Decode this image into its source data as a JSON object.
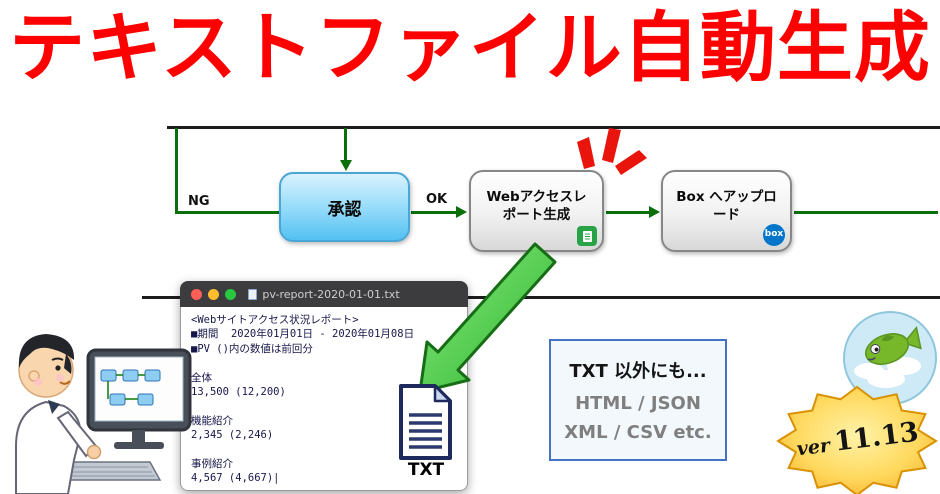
{
  "title": "テキストファイル自動生成",
  "workflow": {
    "ng_label": "NG",
    "ok_label": "OK",
    "nodes": {
      "approval": "承認",
      "web_report": "Webアクセスレポート生成",
      "box_upload": "Box へアップロード"
    },
    "box_icon_text": "box"
  },
  "terminal": {
    "title": "pv-report-2020-01-01.txt",
    "lines": [
      "<Webサイトアクセス状況レポート>",
      "■期間  2020年01月01日 - 2020年01月08日",
      "■PV ()内の数値は前回分",
      "",
      "全体",
      "13,500 (12,200)",
      "",
      "機能紹介",
      "2,345 (2,246)",
      "",
      "事例紹介",
      "4,567 (4,667)|"
    ]
  },
  "file_icon": {
    "label": "TXT"
  },
  "formats_box": {
    "line1": "TXT 以外にも...",
    "line2": "HTML / JSON",
    "line3": "XML / CSV etc."
  },
  "badge": {
    "prefix": "ver",
    "version": "11.13"
  },
  "colors": {
    "title_red": "#ff0000",
    "flow_green": "#0a6e0a",
    "big_arrow_green": "#3ec73e",
    "approval_blue": "#53c1f2",
    "box_blue": "#0075c9",
    "report_icon_green": "#28a348",
    "formats_border_blue": "#4472c4",
    "badge_gold": "#f6b12e"
  }
}
